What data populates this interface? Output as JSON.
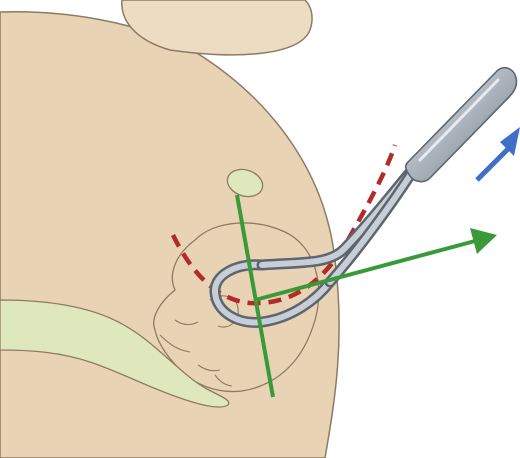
{
  "figure": {
    "elements": [
      {
        "name": "maternal-body",
        "kind": "anatomy",
        "color": "#e8d4b4"
      },
      {
        "name": "maternal-thigh",
        "kind": "anatomy",
        "color": "#ecdcc2"
      },
      {
        "name": "pubic-bone",
        "kind": "anatomy",
        "color": "#dfe7bc"
      },
      {
        "name": "sacrum",
        "kind": "anatomy",
        "color": "#dfe7bc"
      },
      {
        "name": "fetal-head",
        "kind": "anatomy",
        "color": "#e8d4b4"
      },
      {
        "name": "vacuum-extractor",
        "kind": "instrument",
        "color": "#b4bcc4"
      },
      {
        "name": "pelvic-curve-dashed-line",
        "kind": "guide-line",
        "color": "#b22a2a"
      },
      {
        "name": "head-axis-line",
        "kind": "guide-line",
        "color": "#3a9a3a"
      },
      {
        "name": "traction-direction-arrow",
        "kind": "arrow",
        "color": "#3a9a3a"
      },
      {
        "name": "pull-direction-arrow",
        "kind": "arrow",
        "color": "#3f6fc6"
      }
    ]
  }
}
